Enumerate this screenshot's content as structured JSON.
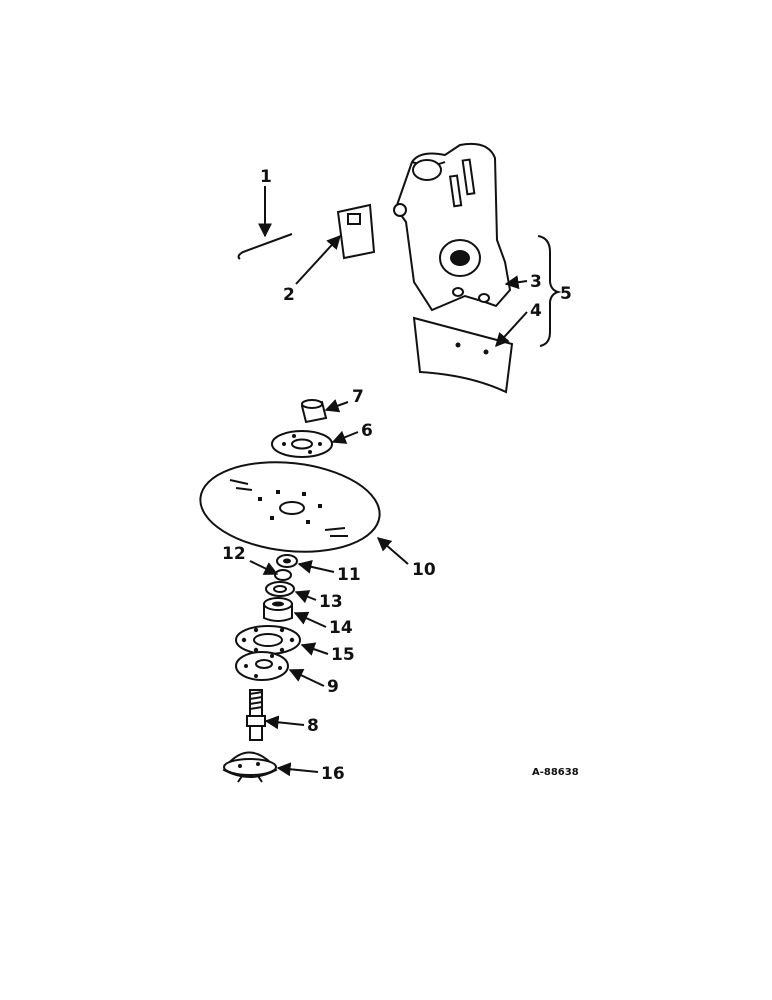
{
  "diagram": {
    "drawing_code": "A-88638",
    "callouts": [
      {
        "id": "c1",
        "label": "1"
      },
      {
        "id": "c2",
        "label": "2"
      },
      {
        "id": "c3",
        "label": "3"
      },
      {
        "id": "c4",
        "label": "4"
      },
      {
        "id": "c5",
        "label": "5"
      },
      {
        "id": "c6",
        "label": "6"
      },
      {
        "id": "c7",
        "label": "7"
      },
      {
        "id": "c8",
        "label": "8"
      },
      {
        "id": "c9",
        "label": "9"
      },
      {
        "id": "c10",
        "label": "10"
      },
      {
        "id": "c11",
        "label": "11"
      },
      {
        "id": "c12",
        "label": "12"
      },
      {
        "id": "c13",
        "label": "13"
      },
      {
        "id": "c14",
        "label": "14"
      },
      {
        "id": "c15",
        "label": "15"
      },
      {
        "id": "c16",
        "label": "16"
      }
    ]
  }
}
